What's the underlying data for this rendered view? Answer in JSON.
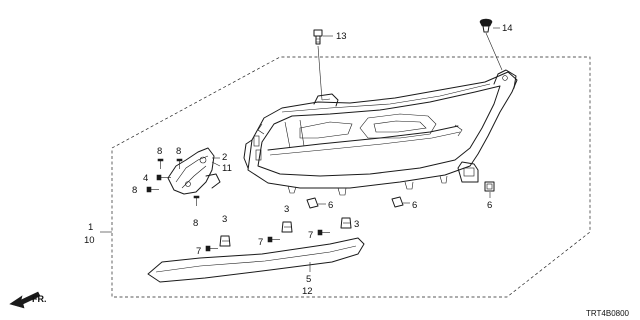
{
  "diagram": {
    "code": "TRT4B0800",
    "direction": "FR.",
    "callouts": {
      "c1": "1",
      "c10": "10",
      "c2": "2",
      "c11": "11",
      "c3a": "3",
      "c3b": "3",
      "c3c": "3",
      "c4": "4",
      "c5": "5",
      "c12": "12",
      "c6a": "6",
      "c6b": "6",
      "c6c": "6",
      "c7a": "7",
      "c7b": "7",
      "c7c": "7",
      "c8a": "8",
      "c8b": "8",
      "c8c": "8",
      "c8d": "8",
      "c13": "13",
      "c14": "14"
    }
  }
}
